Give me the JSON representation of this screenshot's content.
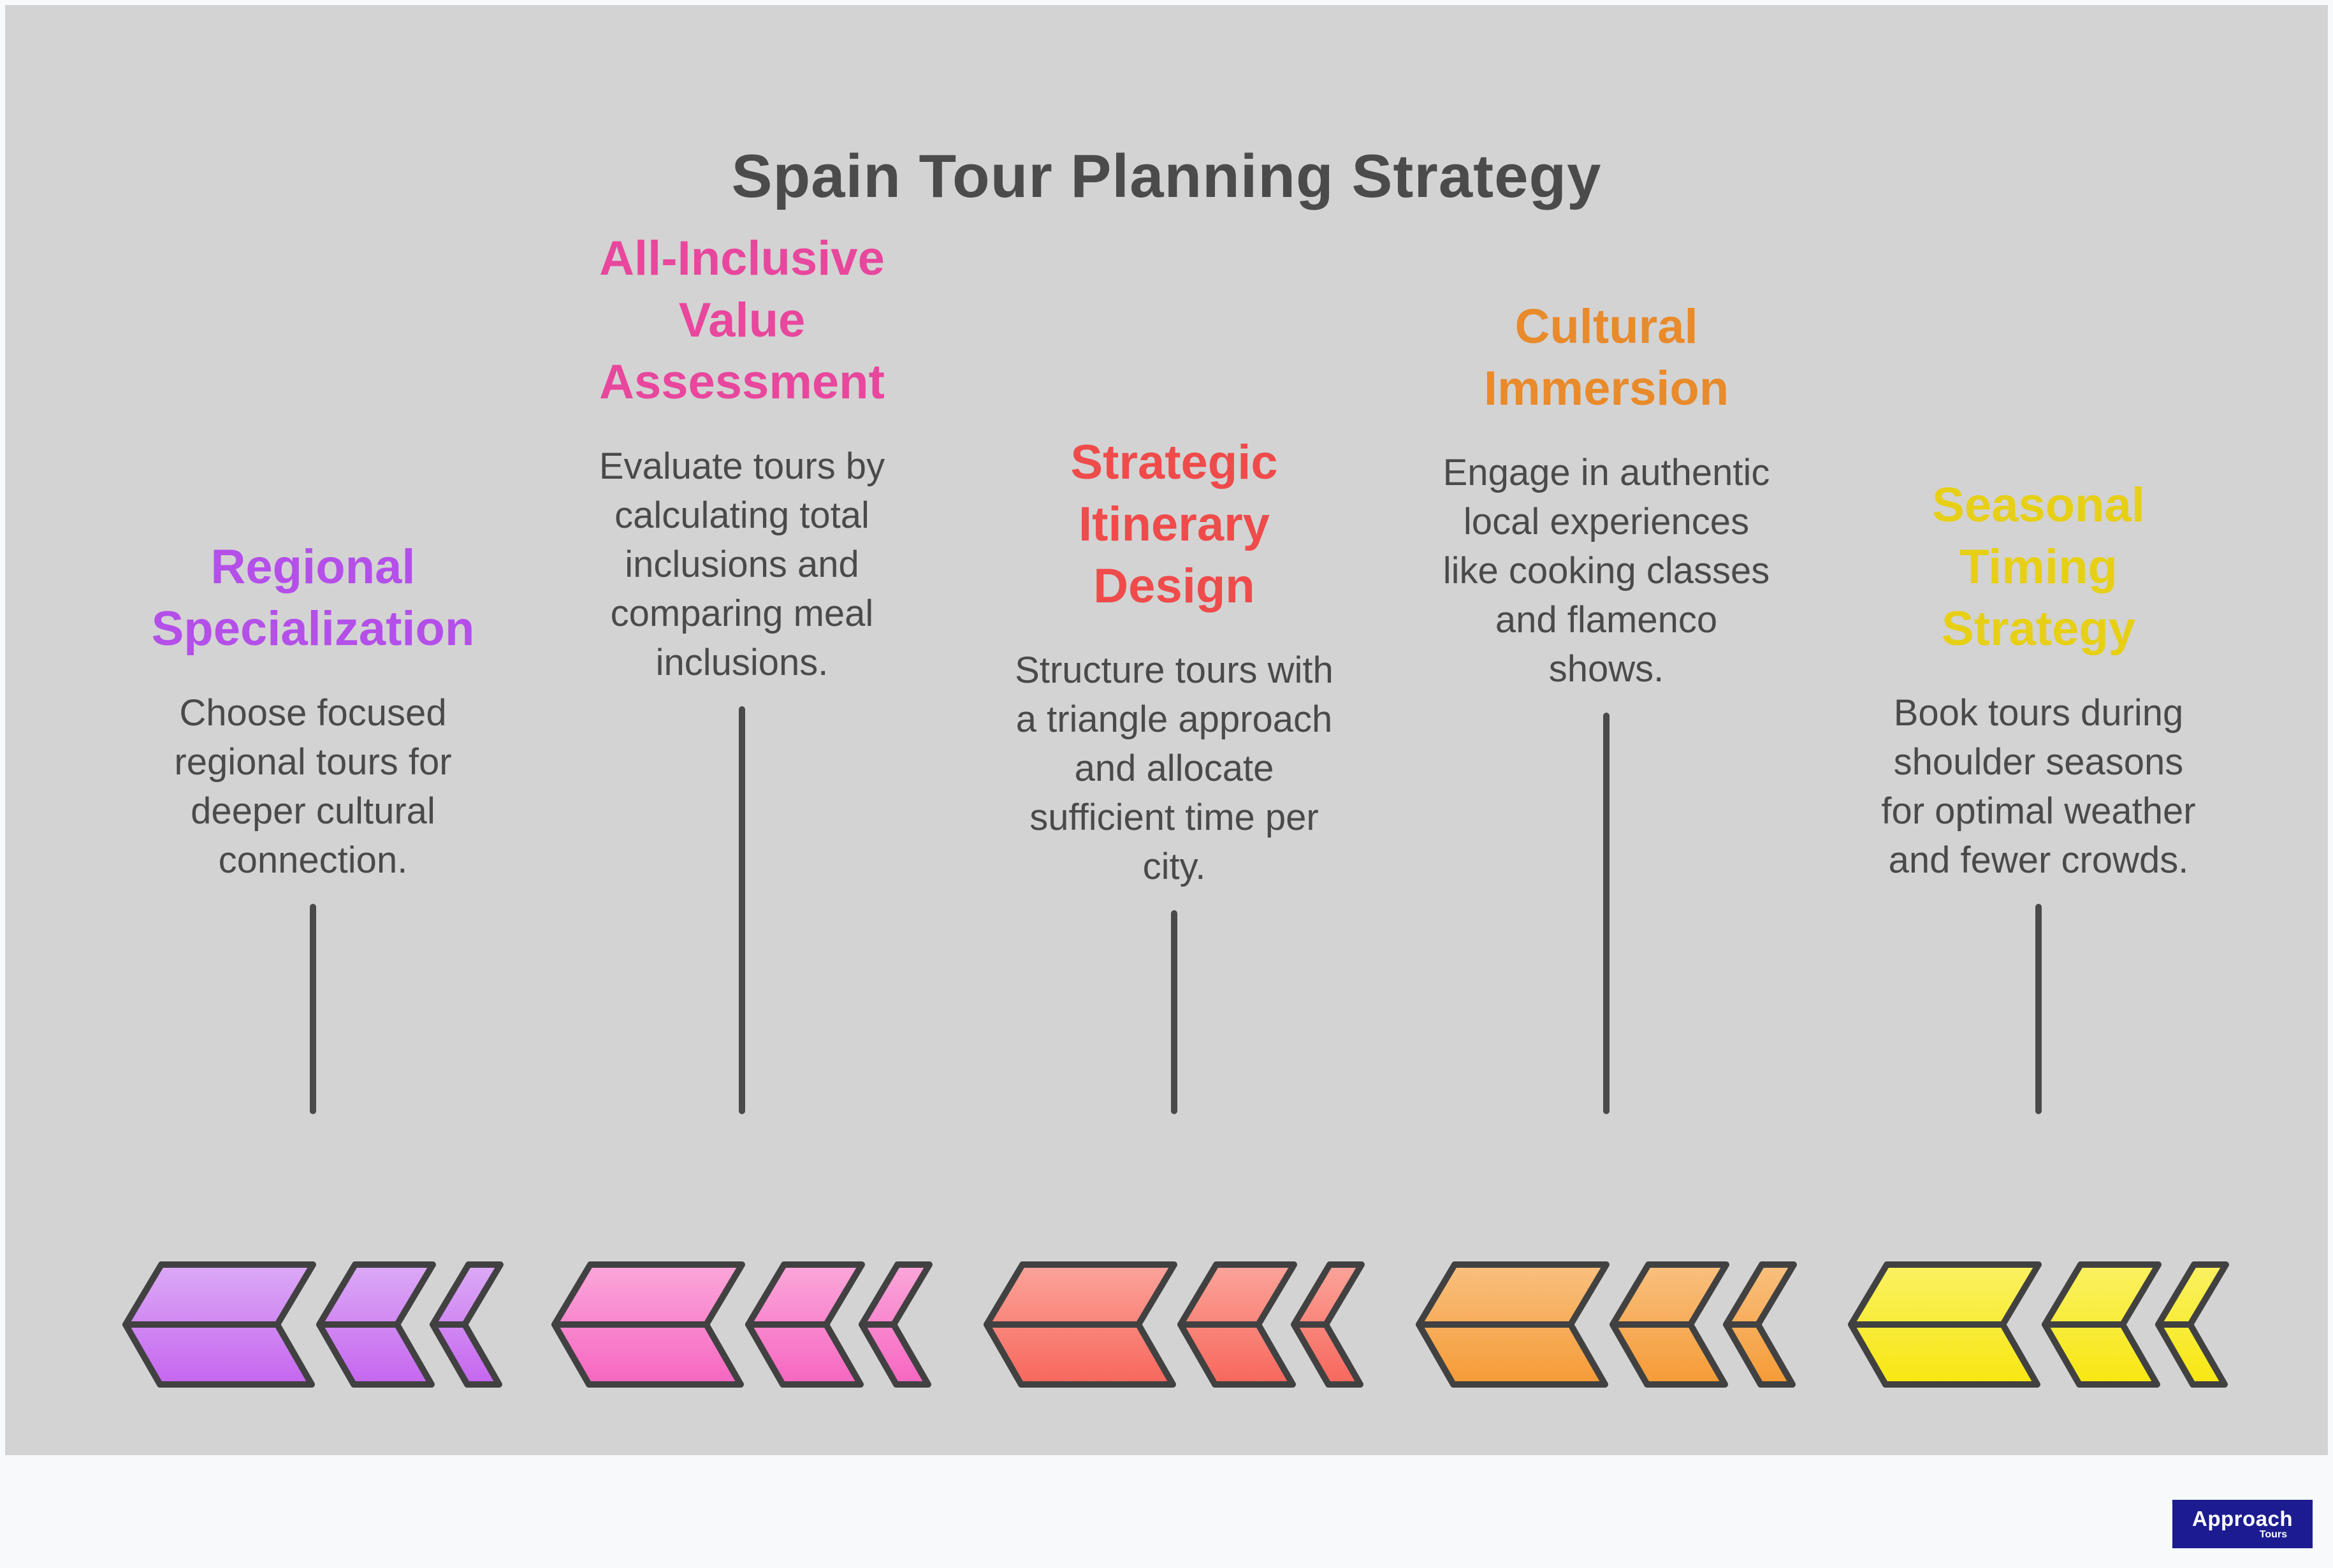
{
  "title": "Spain Tour Planning Strategy",
  "columns": [
    {
      "heading": "Regional\nSpecialization",
      "description": "Choose focused\nregional tours for\ndeeper cultural\nconnection.",
      "heading_color": "#b44fe9",
      "chevron_top_color": "#dcaaf6",
      "chevron_bottom_color": "#c566ef"
    },
    {
      "heading": "All-Inclusive\nValue\nAssessment",
      "description": "Evaluate tours by\ncalculating total\ninclusions and\ncomparing meal\ninclusions.",
      "heading_color": "#e8479d",
      "chevron_top_color": "#fba7da",
      "chevron_bottom_color": "#f666c1"
    },
    {
      "heading": "Strategic\nItinerary\nDesign",
      "description": "Structure tours with\na triangle approach\nand allocate\nsufficient time per\ncity.",
      "heading_color": "#ef4b4b",
      "chevron_top_color": "#fba49a",
      "chevron_bottom_color": "#f7675c"
    },
    {
      "heading": "Cultural\nImmersion",
      "description": "Engage in authentic\nlocal experiences\nlike cooking classes\nand flamenco\nshows.",
      "heading_color": "#e98a2b",
      "chevron_top_color": "#f9c07f",
      "chevron_bottom_color": "#f59b36"
    },
    {
      "heading": "Seasonal\nTiming\nStrategy",
      "description": "Book tours during\nshoulder seasons\nfor optimal weather\nand fewer crowds.",
      "heading_color": "#e7cf15",
      "chevron_top_color": "#faf162",
      "chevron_bottom_color": "#f7e711"
    }
  ],
  "footer": {
    "brand": "Approach",
    "brand_sub": "Tours"
  },
  "colors": {
    "page_background": "#f7f9fa",
    "canvas_background": "#d3d3d3",
    "title_text": "#4b4b4b",
    "body_text": "#4a4a4a",
    "connector_line": "#4a4a4a",
    "chevron_outline": "#414141",
    "logo_background": "#1c1c90",
    "logo_text": "#ffffff"
  }
}
